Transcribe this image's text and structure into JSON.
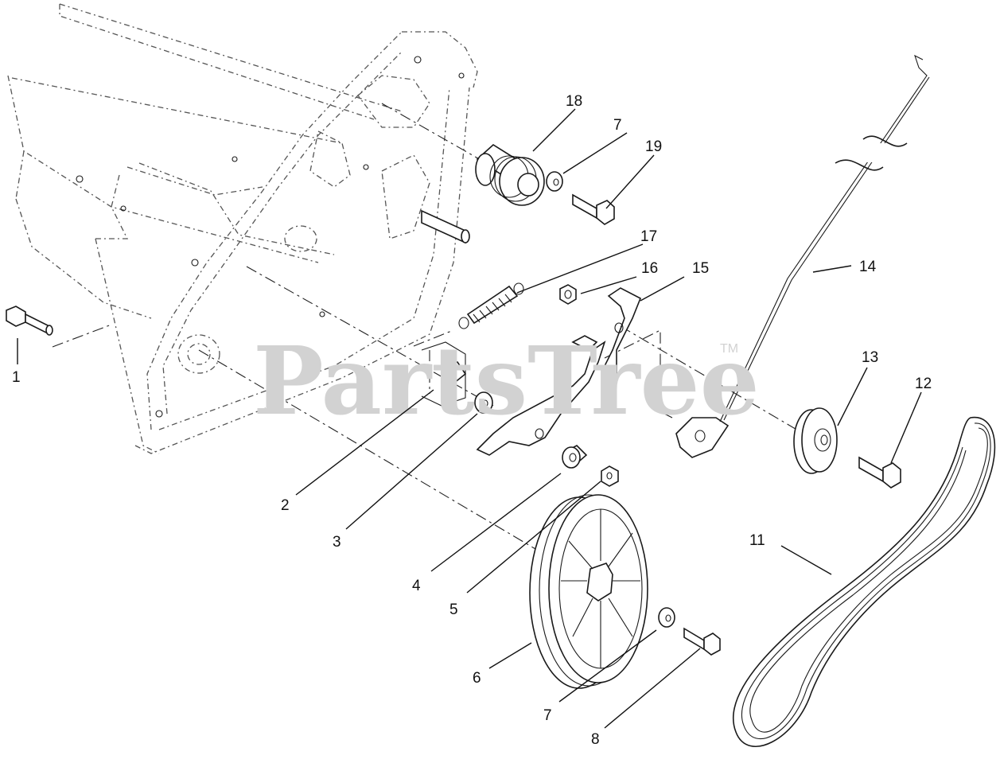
{
  "watermark": {
    "text": "PartsTree",
    "tm": "TM"
  },
  "callouts": [
    {
      "id": "1",
      "label": "1"
    },
    {
      "id": "2",
      "label": "2"
    },
    {
      "id": "3",
      "label": "3"
    },
    {
      "id": "4",
      "label": "4"
    },
    {
      "id": "5",
      "label": "5"
    },
    {
      "id": "6",
      "label": "6"
    },
    {
      "id": "7a",
      "label": "7"
    },
    {
      "id": "7b",
      "label": "7"
    },
    {
      "id": "8",
      "label": "8"
    },
    {
      "id": "11",
      "label": "11"
    },
    {
      "id": "12",
      "label": "12"
    },
    {
      "id": "13",
      "label": "13"
    },
    {
      "id": "14",
      "label": "14"
    },
    {
      "id": "15",
      "label": "15"
    },
    {
      "id": "16",
      "label": "16"
    },
    {
      "id": "17",
      "label": "17"
    },
    {
      "id": "18",
      "label": "18"
    },
    {
      "id": "19",
      "label": "19"
    }
  ]
}
